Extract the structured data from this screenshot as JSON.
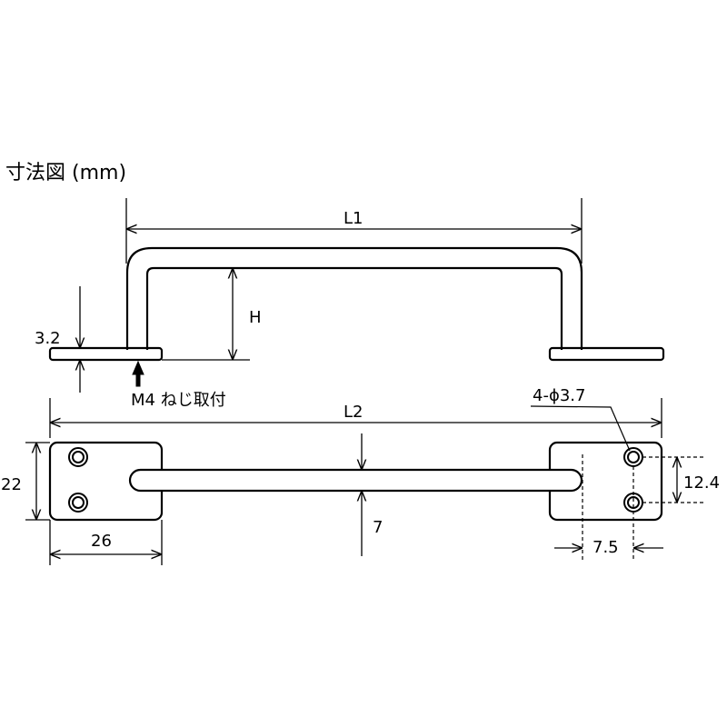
{
  "title": "寸法図 (mm)",
  "labels": {
    "L1": "L1",
    "H": "H",
    "thickness": "3.2",
    "mount_note": "M4 ねじ取付",
    "L2": "L2",
    "hole_spec": "4-ϕ3.7",
    "plate_height": "22",
    "plate_width": "26",
    "bar_width": "7",
    "hole_pitch": "12.4",
    "hole_offset": "7.5"
  },
  "colors": {
    "line": "#000000",
    "background": "#ffffff"
  }
}
